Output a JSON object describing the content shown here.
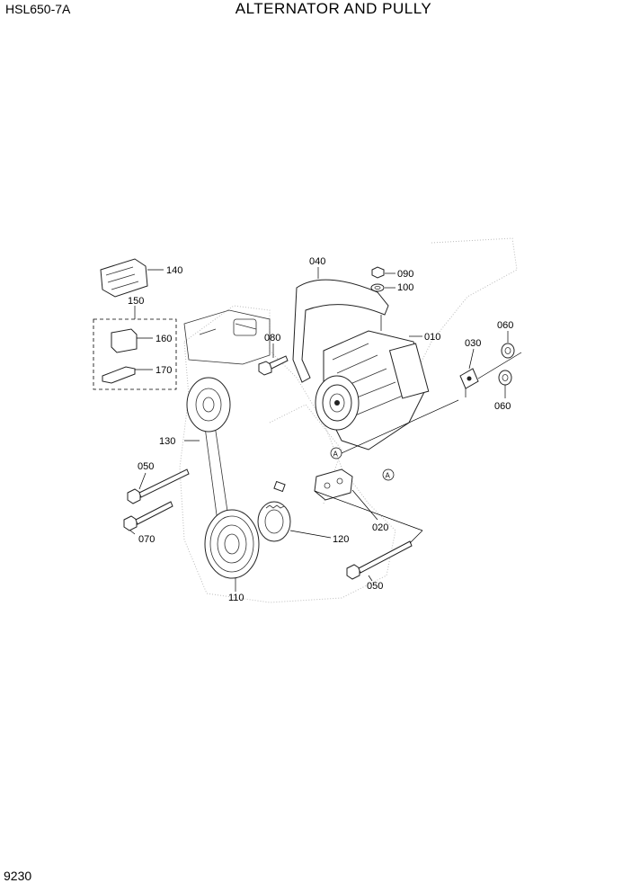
{
  "header": {
    "model": "HSL650-7A",
    "title": "ALTERNATOR AND PULLY"
  },
  "footer": {
    "page_number": "9230"
  },
  "callouts": {
    "p010": "010",
    "p020": "020",
    "p030": "030",
    "p040": "040",
    "p050a": "050",
    "p050b": "050",
    "p060a": "060",
    "p060b": "060",
    "p070": "070",
    "p080": "080",
    "p090": "090",
    "p100": "100",
    "p110": "110",
    "p120": "120",
    "p130": "130",
    "p140": "140",
    "p150": "150",
    "p160": "160",
    "p170": "170"
  },
  "markers": {
    "a1": "A",
    "a2": "A"
  }
}
